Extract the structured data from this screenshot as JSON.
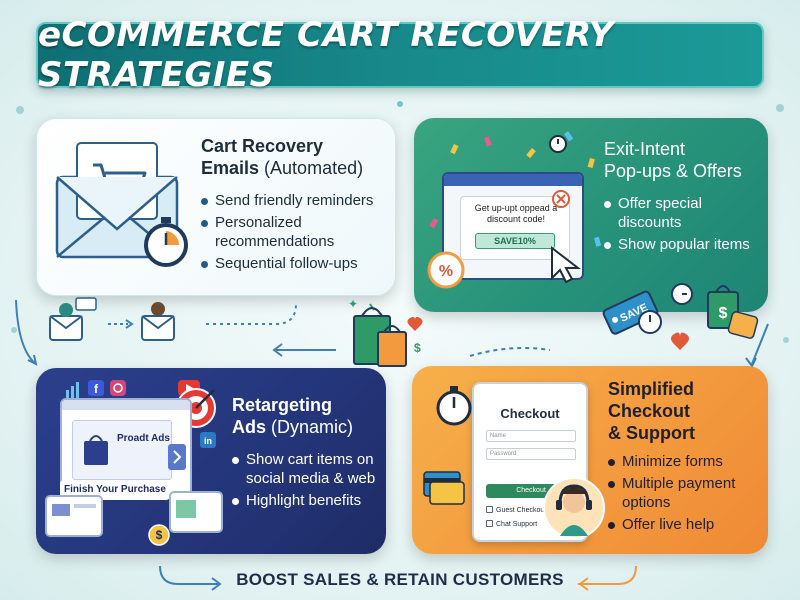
{
  "title": "eCOMMERCE CART RECOVERY STRATEGIES",
  "panels": {
    "emails": {
      "title_main": "Cart Recovery",
      "title_line2_bold": "Emails",
      "title_line2_light": " (Automated)",
      "bullets": [
        "Send friendly reminders",
        "Personalized recommendations",
        "Sequential follow-ups"
      ]
    },
    "exit": {
      "title_line1": "Exit-Intent",
      "title_line2": "Pop-ups & Offers",
      "bullets": [
        "Offer special discounts",
        "Show popular items"
      ],
      "popup_text": "Get up-upt oppead a discount code!",
      "popup_code": "SAVE10%"
    },
    "ads": {
      "title_line1": "Retargeting",
      "title_line2_bold": "Ads",
      "title_line2_light": " (Dynamic)",
      "bullets": [
        "Show cart items on social media & web",
        "Highlight benefits"
      ],
      "card_label": "Proadt Ads",
      "finish_label": "Finish Your Purchase"
    },
    "checkout": {
      "title_line1": "Simplified",
      "title_line2": "Checkout",
      "title_line3": "& Support",
      "bullets": [
        "Minimize forms",
        "Multiple payment options",
        "Offer live help"
      ],
      "form_title": "Checkout",
      "field_name": "Name",
      "field_password": "Password",
      "button_label": "Checkout",
      "guest_label": "Guest Checkout",
      "chat_label": "Chat Support"
    }
  },
  "footer": "BOOST SALES & RETAIN CUSTOMERS",
  "colors": {
    "title_bg": "#18898b",
    "emails_bg": "#ffffff",
    "exit_bg": "#27927a",
    "ads_bg": "#243579",
    "checkout_bg": "#f39a3e",
    "arrow": "#3f7fb8"
  },
  "icons": [
    "envelope-cart-icon",
    "stopwatch-icon",
    "shopping-bags-icon",
    "heart-icon",
    "dollar-icon",
    "target-icon",
    "headset-agent-icon",
    "credit-card-icon",
    "price-tag-icon",
    "cursor-icon",
    "percent-badge-icon"
  ]
}
